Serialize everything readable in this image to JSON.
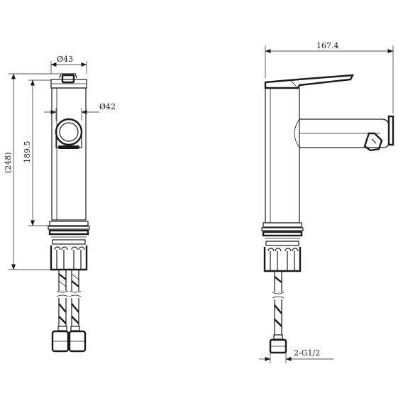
{
  "dimensions": {
    "spout_reach": "167.4",
    "body_diameter": "Ø43",
    "handle_diameter": "Ø42",
    "spout_height": "189.5",
    "overall_height": "(248)",
    "connection_thread": "2-G1/2"
  }
}
